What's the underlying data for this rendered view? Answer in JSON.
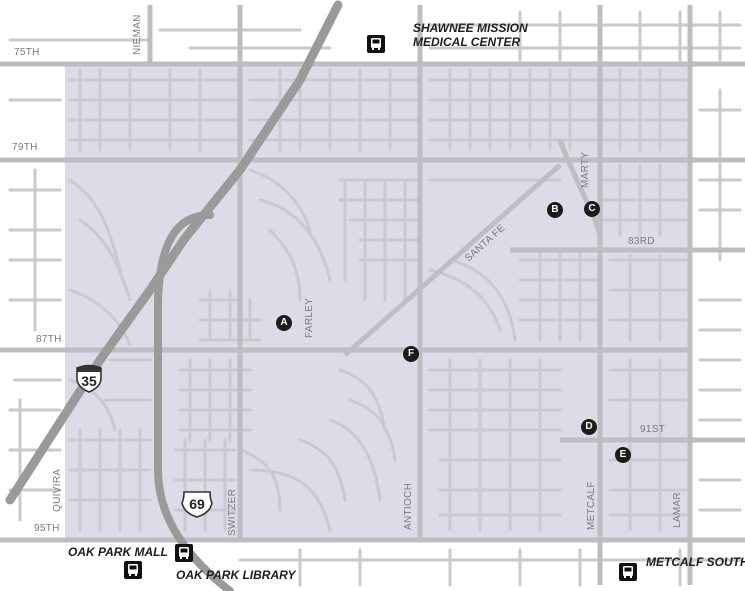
{
  "colors": {
    "shade": "#dcdce8",
    "street": "#c9c9cf",
    "major_road": "#bdbdc2",
    "highway": "#9a9a9a",
    "marker": "#1b1b1b"
  },
  "streets": {
    "75th": "75TH",
    "79th": "79TH",
    "83rd": "83RD",
    "87th": "87TH",
    "91st": "91ST",
    "95th": "95TH",
    "nieman": "NIEMAN",
    "marty": "MARTY",
    "santa_fe": "SANTA FE",
    "farley": "FARLEY",
    "quivira": "QUIVIRA",
    "switzer": "SWITZER",
    "antioch": "ANTIOCH",
    "metcalf": "METCALF",
    "lamar": "LAMAR"
  },
  "highways": {
    "i35": "35",
    "us69": "69"
  },
  "places": {
    "shawnee_line1": "SHAWNEE MISSION",
    "shawnee_line2": "MEDICAL CENTER",
    "oak_park_mall": "OAK PARK MALL",
    "oak_park_library": "OAK PARK LIBRARY",
    "metcalf_south": "METCALF SOUTH"
  },
  "markers": {
    "a": "A",
    "b": "B",
    "c": "C",
    "d": "D",
    "e": "E",
    "f": "F"
  },
  "icons": {
    "transit": "bus-icon",
    "interstate": "interstate-shield-icon",
    "us_route": "us-route-shield-icon"
  }
}
